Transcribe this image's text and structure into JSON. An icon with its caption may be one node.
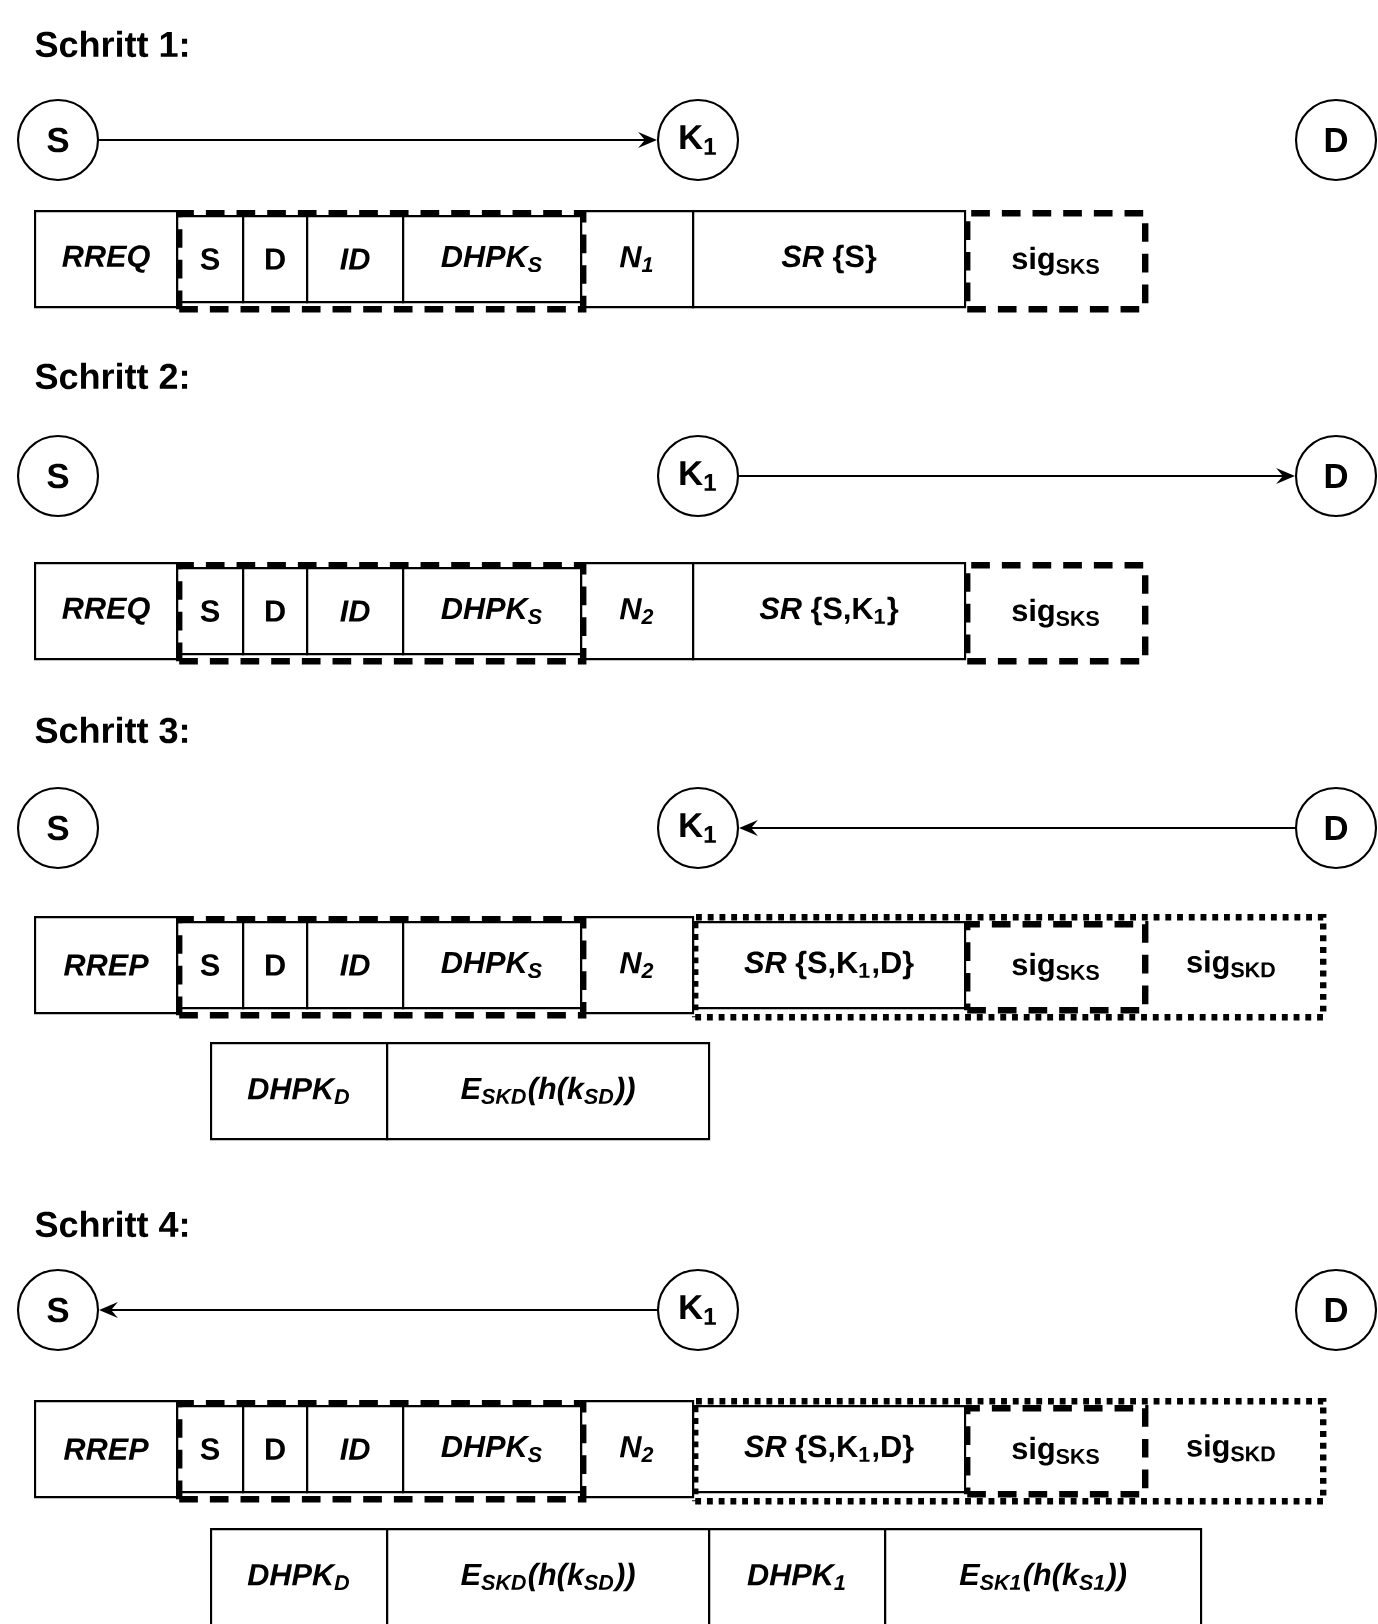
{
  "diagram": {
    "nodes": [
      {
        "text": [
          "S"
        ]
      },
      {
        "text": [
          "K$_{1}$"
        ]
      },
      {
        "text": [
          "D"
        ]
      },
      {
        "text": [
          "RREQ"
        ]
      },
      {
        "text": [],
        "shape": "box"
      },
      {
        "text": [
          "S"
        ],
        "in": 4
      },
      {
        "text": [
          "D"
        ],
        "in": 4
      },
      {
        "text": [
          "ID"
        ],
        "in": 4
      },
      {
        "text": [
          "DHPK$_{S}$"
        ],
        "in": 4
      },
      {
        "text": [
          "N$_{1}$"
        ]
      },
      {
        "text": [
          "*SR* {S}"
        ]
      },
      {
        "text": [
          "sig$_{SKS}$"
        ]
      },
      {
        "text": [
          "S"
        ]
      },
      {
        "text": [
          "K$_{1}$"
        ]
      },
      {
        "text": [
          "D"
        ]
      },
      {
        "text": [
          "RREQ"
        ]
      },
      {
        "text": [],
        "shape": "box"
      },
      {
        "text": [
          "S"
        ],
        "in": 16
      },
      {
        "text": [
          "D"
        ],
        "in": 16
      },
      {
        "text": [
          "ID"
        ],
        "in": 16
      },
      {
        "text": [
          "DHPK$_{S}$"
        ],
        "in": 16
      },
      {
        "text": [
          "N$_{2}$"
        ]
      },
      {
        "text": [
          "*SR* {S,K$_{1}$}"
        ]
      },
      {
        "text": [
          "sig$_{SKS}$"
        ]
      },
      {
        "text": [
          "S"
        ]
      },
      {
        "text": [
          "K$_{1}$"
        ]
      },
      {
        "text": [
          "D"
        ]
      },
      {
        "text": [
          "RREP"
        ]
      },
      {
        "text": [],
        "shape": "box"
      },
      {
        "text": [
          "S"
        ],
        "in": 28
      },
      {
        "text": [
          "D"
        ],
        "in": 28
      },
      {
        "text": [
          "ID"
        ],
        "in": 28
      },
      {
        "text": [
          "DHPK$_{S}$"
        ],
        "in": 28
      },
      {
        "text": [
          "N$_{2}$"
        ]
      },
      {
        "text": [],
        "shape": "box"
      },
      {
        "text": [
          "*SR* {S,K$_{1}$,D}"
        ],
        "in": 34
      },
      {
        "text": [
          "sig$_{SKS}$"
        ],
        "in": 34
      },
      {
        "text": [
          "sig$_{SKD}$"
        ],
        "in": 34
      },
      {
        "text": [
          "DHPK$_{D}$"
        ]
      },
      {
        "text": [
          "E$_{SKD}$(h(k$_{SD}$))"
        ]
      },
      {
        "text": [
          "S"
        ]
      },
      {
        "text": [
          "K$_{1}$"
        ]
      },
      {
        "text": [
          "D"
        ]
      },
      {
        "text": [
          "RREP"
        ]
      },
      {
        "text": [],
        "shape": "box"
      },
      {
        "text": [
          "S"
        ],
        "in": 44
      },
      {
        "text": [
          "D"
        ],
        "in": 44
      },
      {
        "text": [
          "ID"
        ],
        "in": 44
      },
      {
        "text": [
          "DHPK$_{S}$"
        ],
        "in": 44
      },
      {
        "text": [
          "N$_{2}$"
        ]
      },
      {
        "text": [],
        "shape": "box"
      },
      {
        "text": [
          "*SR* {S,K$_{1}$,D}"
        ],
        "in": 50
      },
      {
        "text": [
          "sig$_{SKS}$"
        ],
        "in": 50
      },
      {
        "text": [
          "sig$_{SKD}$"
        ],
        "in": 50
      },
      {
        "text": [
          "DHPK$_{D}$"
        ]
      },
      {
        "text": [
          "E$_{SKD}$(h(k$_{SD}$))"
        ]
      },
      {
        "text": [
          "DHPK$_{1}$"
        ]
      },
      {
        "text": [
          "E$_{SK1}$(h(k$_{S1}$))"
        ]
      }
    ],
    "edges": [
      {
        "from": 0,
        "to": 1,
        "arrow": "to"
      },
      {
        "from": 13,
        "to": 14,
        "arrow": "to"
      },
      {
        "from": 26,
        "to": 25,
        "arrow": "to"
      },
      {
        "from": 41,
        "to": 40,
        "arrow": "to"
      }
    ],
    "labels": [
      "Schritt 1:",
      "Schritt 2:",
      "Schritt 3:",
      "Schritt 4:"
    ]
  }
}
